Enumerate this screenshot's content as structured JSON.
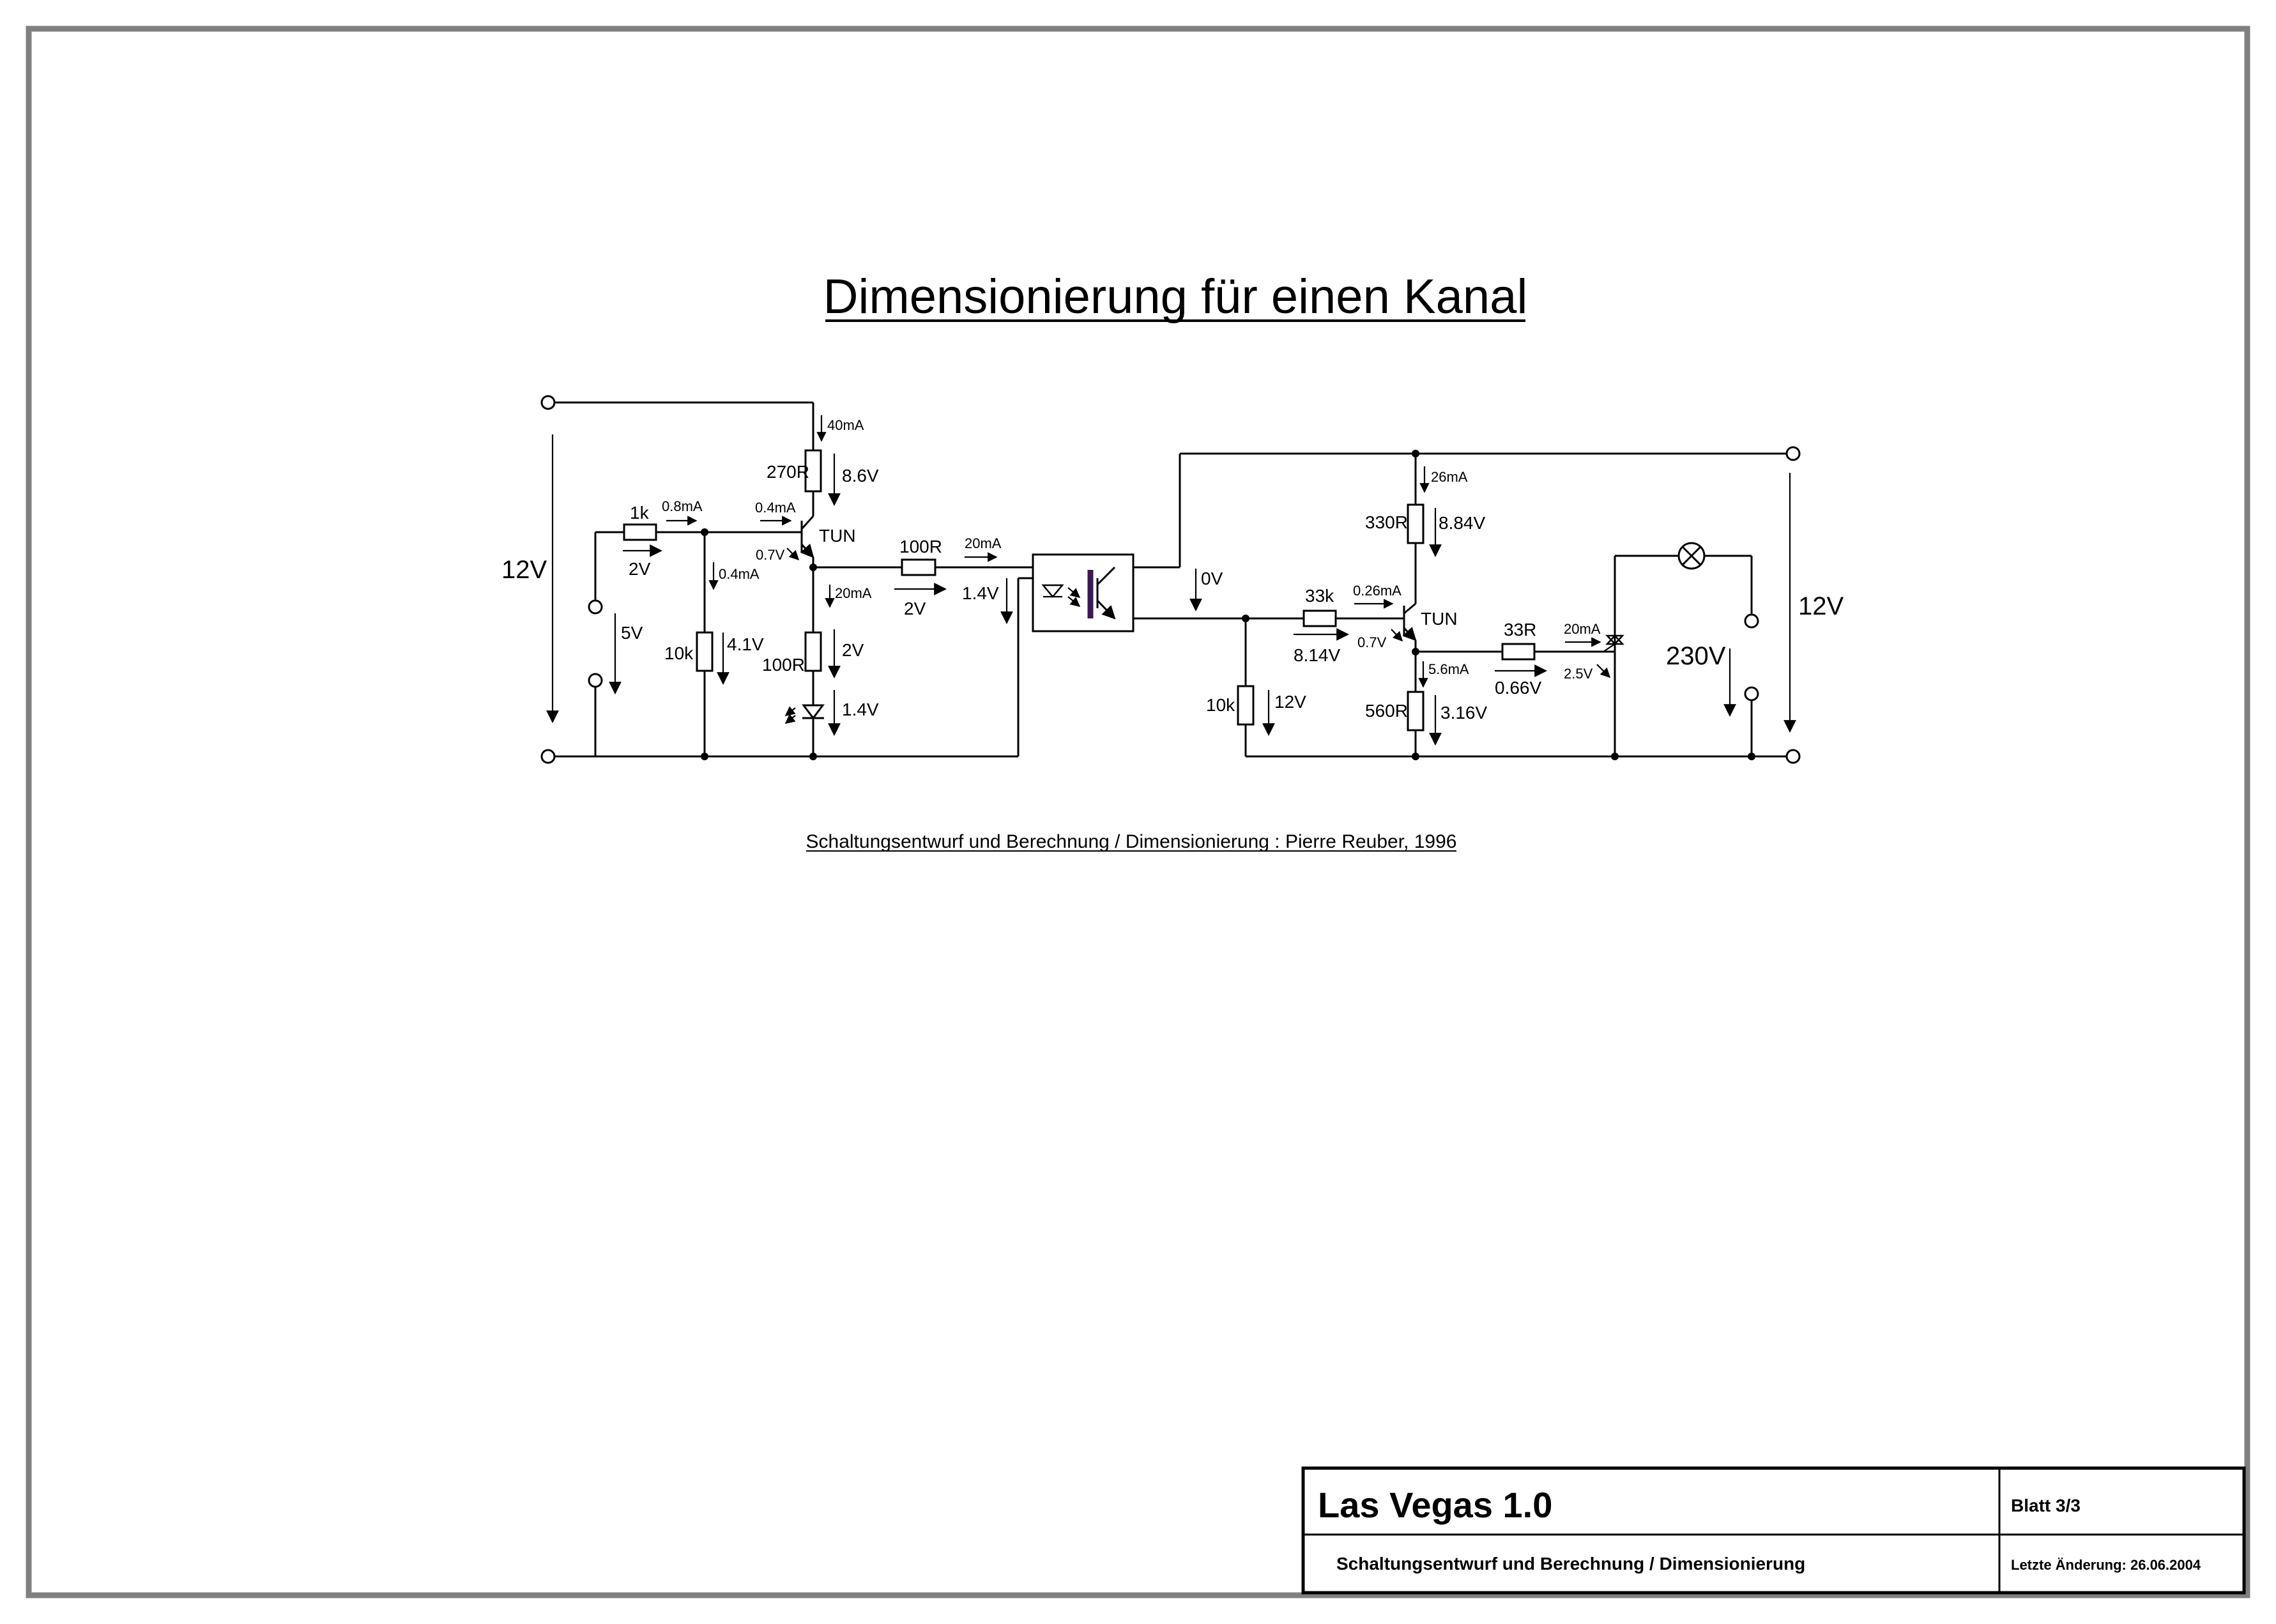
{
  "title": "Dimensionierung für einen Kanal",
  "credit": "Schaltungsentwurf und Berechnung / Dimensionierung : Pierre Reuber, 1996",
  "title_block": {
    "project": "Las Vegas 1.0",
    "sheet": "Blatt 3/3",
    "description": "Schaltungsentwurf und Berechnung / Dimensionierung",
    "last_change": "Letzte Änderung: 26.06.2004"
  },
  "circuit_left": {
    "supply_voltage": "12V",
    "input_voltage": "5V",
    "r_input": "1k",
    "r_input_current": "0.8mA",
    "r_input_voltage": "2V",
    "base_current": "0.4mA",
    "divider_current": "0.4mA",
    "r_divider": "10k",
    "r_divider_voltage": "4.1V",
    "r_collector": "270R",
    "r_collector_current": "40mA",
    "r_collector_voltage": "8.6V",
    "transistor": "TUN",
    "vbe": "0.7V",
    "emitter_current": "20mA",
    "r_led": "100R",
    "r_led_voltage": "2V",
    "led_voltage": "1.4V",
    "r_series": "100R",
    "r_series_current": "20mA",
    "r_series_voltage": "2V",
    "opto_led_voltage": "1.4V"
  },
  "circuit_right": {
    "opto_voltage": "0V",
    "supply_voltage": "12V",
    "r_pulldown": "10k",
    "r_pulldown_voltage": "12V",
    "r_base": "33k",
    "r_base_current": "0.26mA",
    "r_base_voltage": "8.14V",
    "r_collector": "330R",
    "r_collector_current": "26mA",
    "r_collector_voltage": "8.84V",
    "transistor": "TUN",
    "vbe": "0.7V",
    "emitter_current": "5.6mA",
    "r_emitter": "560R",
    "r_emitter_voltage": "3.16V",
    "r_gate": "33R",
    "r_gate_current": "20mA",
    "r_gate_voltage": "0.66V",
    "triac_voltage": "2.5V",
    "mains_voltage": "230V"
  }
}
